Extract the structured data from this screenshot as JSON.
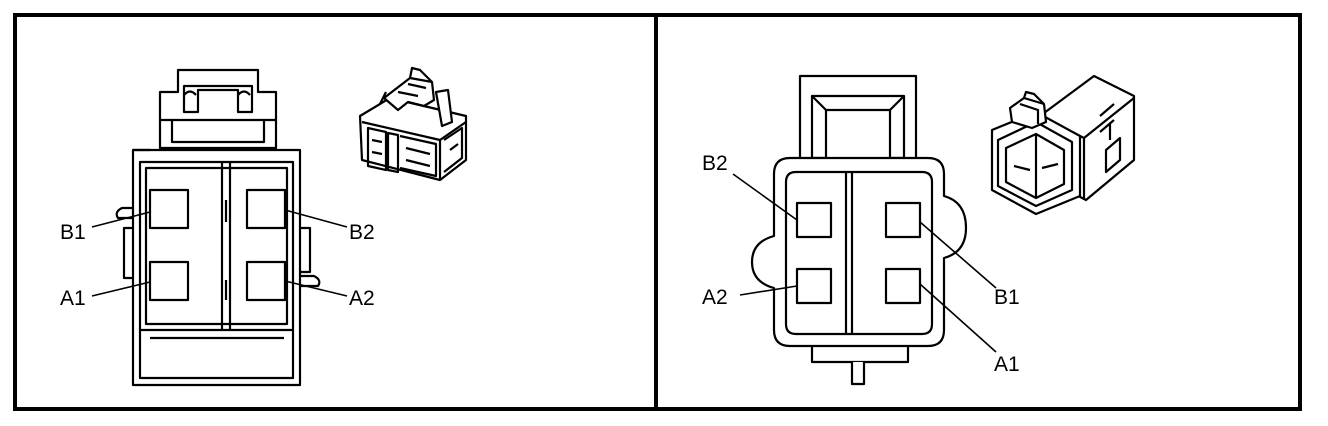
{
  "panels": [
    {
      "id": "left",
      "labels": {
        "B1": "B1",
        "A1": "A1",
        "B2": "B2",
        "A2": "A2"
      }
    },
    {
      "id": "right",
      "labels": {
        "B2": "B2",
        "A2": "A2",
        "B1": "B1",
        "A1": "A1"
      }
    }
  ]
}
